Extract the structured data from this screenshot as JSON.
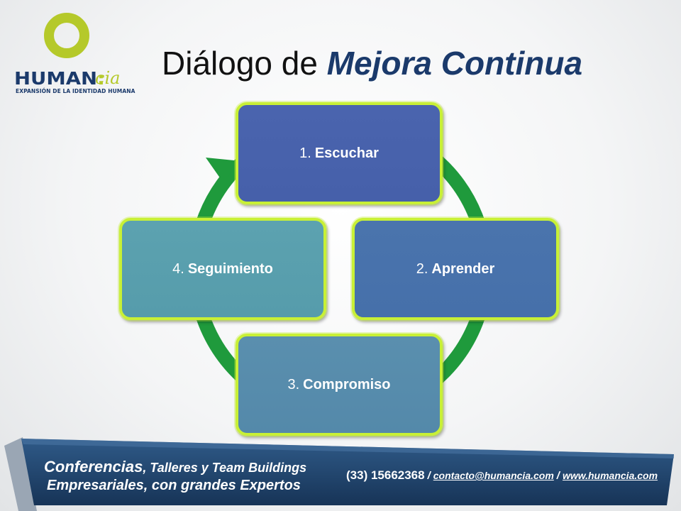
{
  "header": {
    "title_plain": "Diálogo de",
    "title_emphasis": "Mejora Continua"
  },
  "logo": {
    "wordmark": "HUMAN",
    "colon": ":",
    "suffix": "cia",
    "tagline": "EXPANSIÓN DE LA IDENTIDAD HUMANA"
  },
  "cycle": {
    "steps": [
      {
        "number": "1.",
        "label": "Escuchar",
        "color": "#4a64ae"
      },
      {
        "number": "2.",
        "label": "Aprender",
        "color": "#4a74ad"
      },
      {
        "number": "3.",
        "label": "Compromiso",
        "color": "#5a8fae"
      },
      {
        "number": "4.",
        "label": "Seguimiento",
        "color": "#5ca2b0"
      }
    ],
    "arrow_color": "#1f9a3c",
    "border_color": "#c8f036"
  },
  "footer": {
    "line1_a": "Conferencias",
    "line1_b": ", Talleres y ",
    "line1_c": "Team Buildings",
    "line2": "Empresariales, con grandes Expertos",
    "phone": "(33) 15662368",
    "separator": "/",
    "email": "contacto@humancia.com",
    "website": "www.humancia.com",
    "banner_color": "#1e3f66"
  }
}
